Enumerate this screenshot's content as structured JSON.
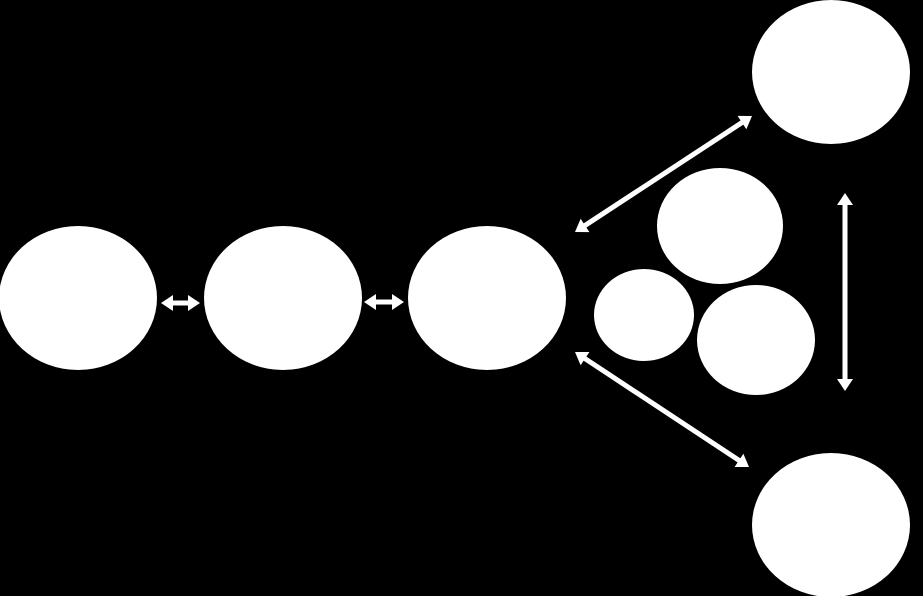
{
  "diagram": {
    "colors": {
      "background": "#000000",
      "node_fill": "#ffffff",
      "arrow": "#ffffff"
    },
    "nodes": [
      {
        "id": "node-1"
      },
      {
        "id": "node-2"
      },
      {
        "id": "node-3"
      },
      {
        "id": "node-top-right"
      },
      {
        "id": "node-cluster-top"
      },
      {
        "id": "node-cluster-left"
      },
      {
        "id": "node-cluster-right"
      },
      {
        "id": "node-bottom-right"
      }
    ],
    "edges": [
      {
        "from": "node-1",
        "to": "node-2",
        "direction": "both"
      },
      {
        "from": "node-2",
        "to": "node-3",
        "direction": "both"
      },
      {
        "from": "node-3",
        "to": "node-top-right",
        "direction": "both"
      },
      {
        "from": "node-3",
        "to": "node-bottom-right",
        "direction": "both"
      },
      {
        "from": "node-top-right",
        "to": "node-bottom-right",
        "direction": "both"
      }
    ]
  }
}
